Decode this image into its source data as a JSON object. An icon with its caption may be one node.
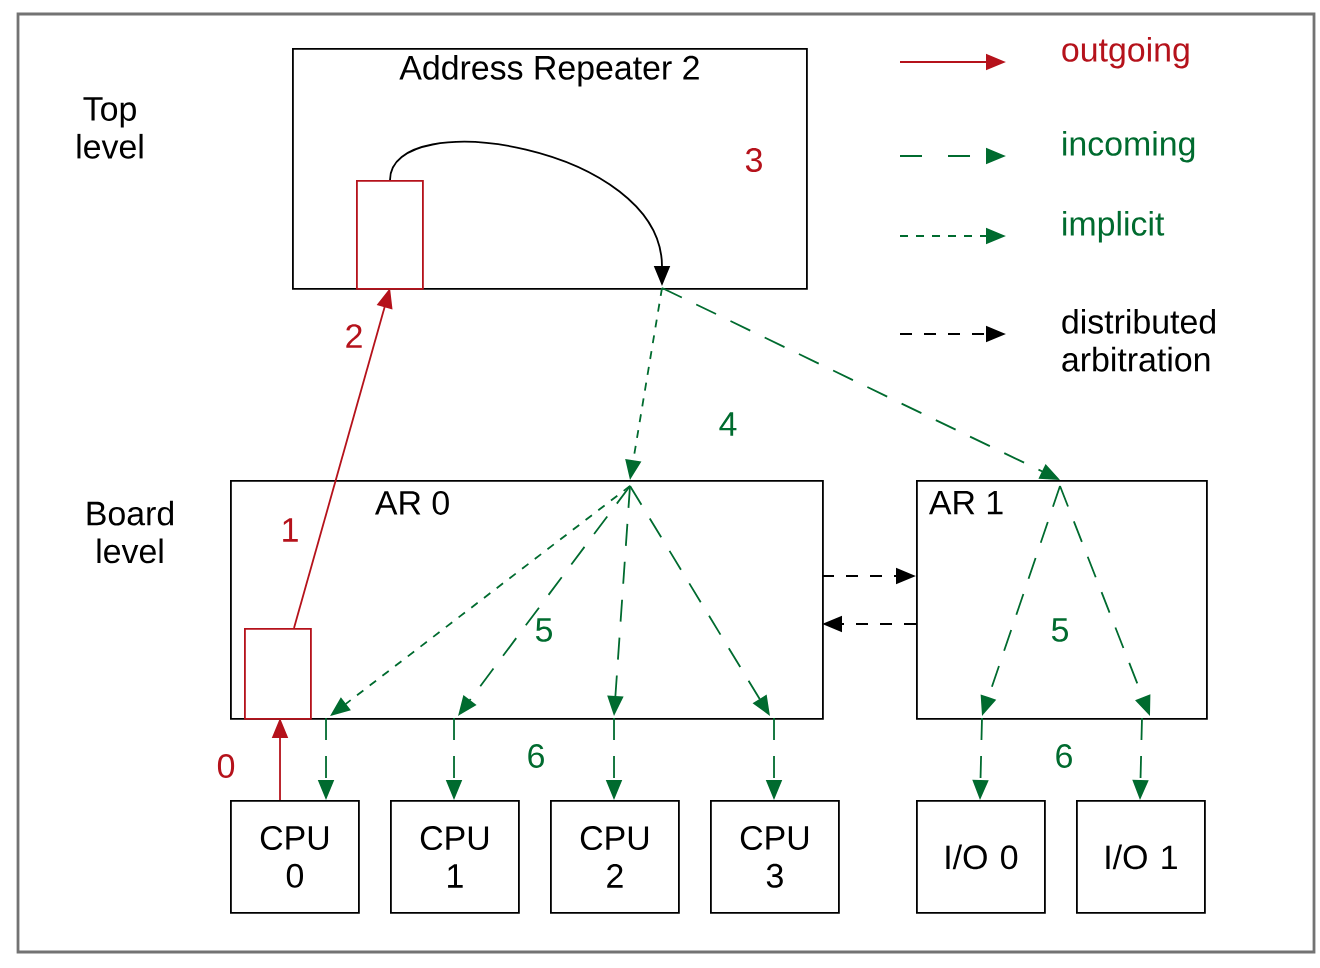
{
  "diagram": {
    "nodes": [
      {
        "text": [
          "Address Repeater 2"
        ]
      },
      {
        "text": [],
        "shape": "box",
        "in": 0
      },
      {
        "text": [
          "AR 0"
        ]
      },
      {
        "text": [],
        "shape": "box",
        "in": 2
      },
      {
        "text": [
          "AR 1"
        ]
      },
      {
        "text": [
          "CPU 0"
        ]
      },
      {
        "text": [
          "CPU 1"
        ]
      },
      {
        "text": [
          "CPU 2"
        ]
      },
      {
        "text": [
          "CPU 3"
        ]
      },
      {
        "text": [
          "I/O 0"
        ]
      },
      {
        "text": [
          "I/O 1"
        ]
      }
    ],
    "edges": [
      {
        "from": 5,
        "to": 3,
        "arrow": "to",
        "color": "#b5121b"
      },
      {
        "from": 3,
        "to": 1,
        "arrow": "to",
        "color": "#b5121b"
      },
      {
        "from": 1,
        "to": null,
        "arrow": "to",
        "color": "#000000"
      },
      {
        "from": 0,
        "to": 2,
        "arrow": "to",
        "style": "dashed",
        "color": "#006b2f"
      },
      {
        "from": 0,
        "to": 4,
        "arrow": "to",
        "style": "dashed",
        "color": "#006b2f"
      },
      {
        "from": 2,
        "to": 5,
        "arrow": "to",
        "style": "dashed",
        "color": "#006b2f"
      },
      {
        "from": 2,
        "to": 6,
        "arrow": "to",
        "style": "dashed",
        "color": "#006b2f"
      },
      {
        "from": 2,
        "to": 7,
        "arrow": "to",
        "style": "dashed",
        "color": "#006b2f"
      },
      {
        "from": 2,
        "to": 8,
        "arrow": "to",
        "style": "dashed",
        "color": "#006b2f"
      },
      {
        "from": 4,
        "to": 9,
        "arrow": "to",
        "style": "dashed",
        "color": "#006b2f"
      },
      {
        "from": 4,
        "to": 10,
        "arrow": "to",
        "style": "dashed",
        "color": "#006b2f"
      },
      {
        "from": 2,
        "to": 4,
        "arrow": "to",
        "style": "dashed",
        "color": "#000000"
      },
      {
        "from": 4,
        "to": 2,
        "arrow": "to",
        "style": "dashed",
        "color": "#000000"
      }
    ],
    "labels": [
      "Top level",
      "Board level",
      "3",
      "2",
      "4",
      "1",
      "5",
      "5",
      "0",
      "6",
      "6"
    ],
    "legend": [
      {
        "text": "outgoing"
      },
      {
        "text": "incoming"
      },
      {
        "text": "implicit"
      },
      {
        "text": "distributed arbitration"
      }
    ]
  }
}
